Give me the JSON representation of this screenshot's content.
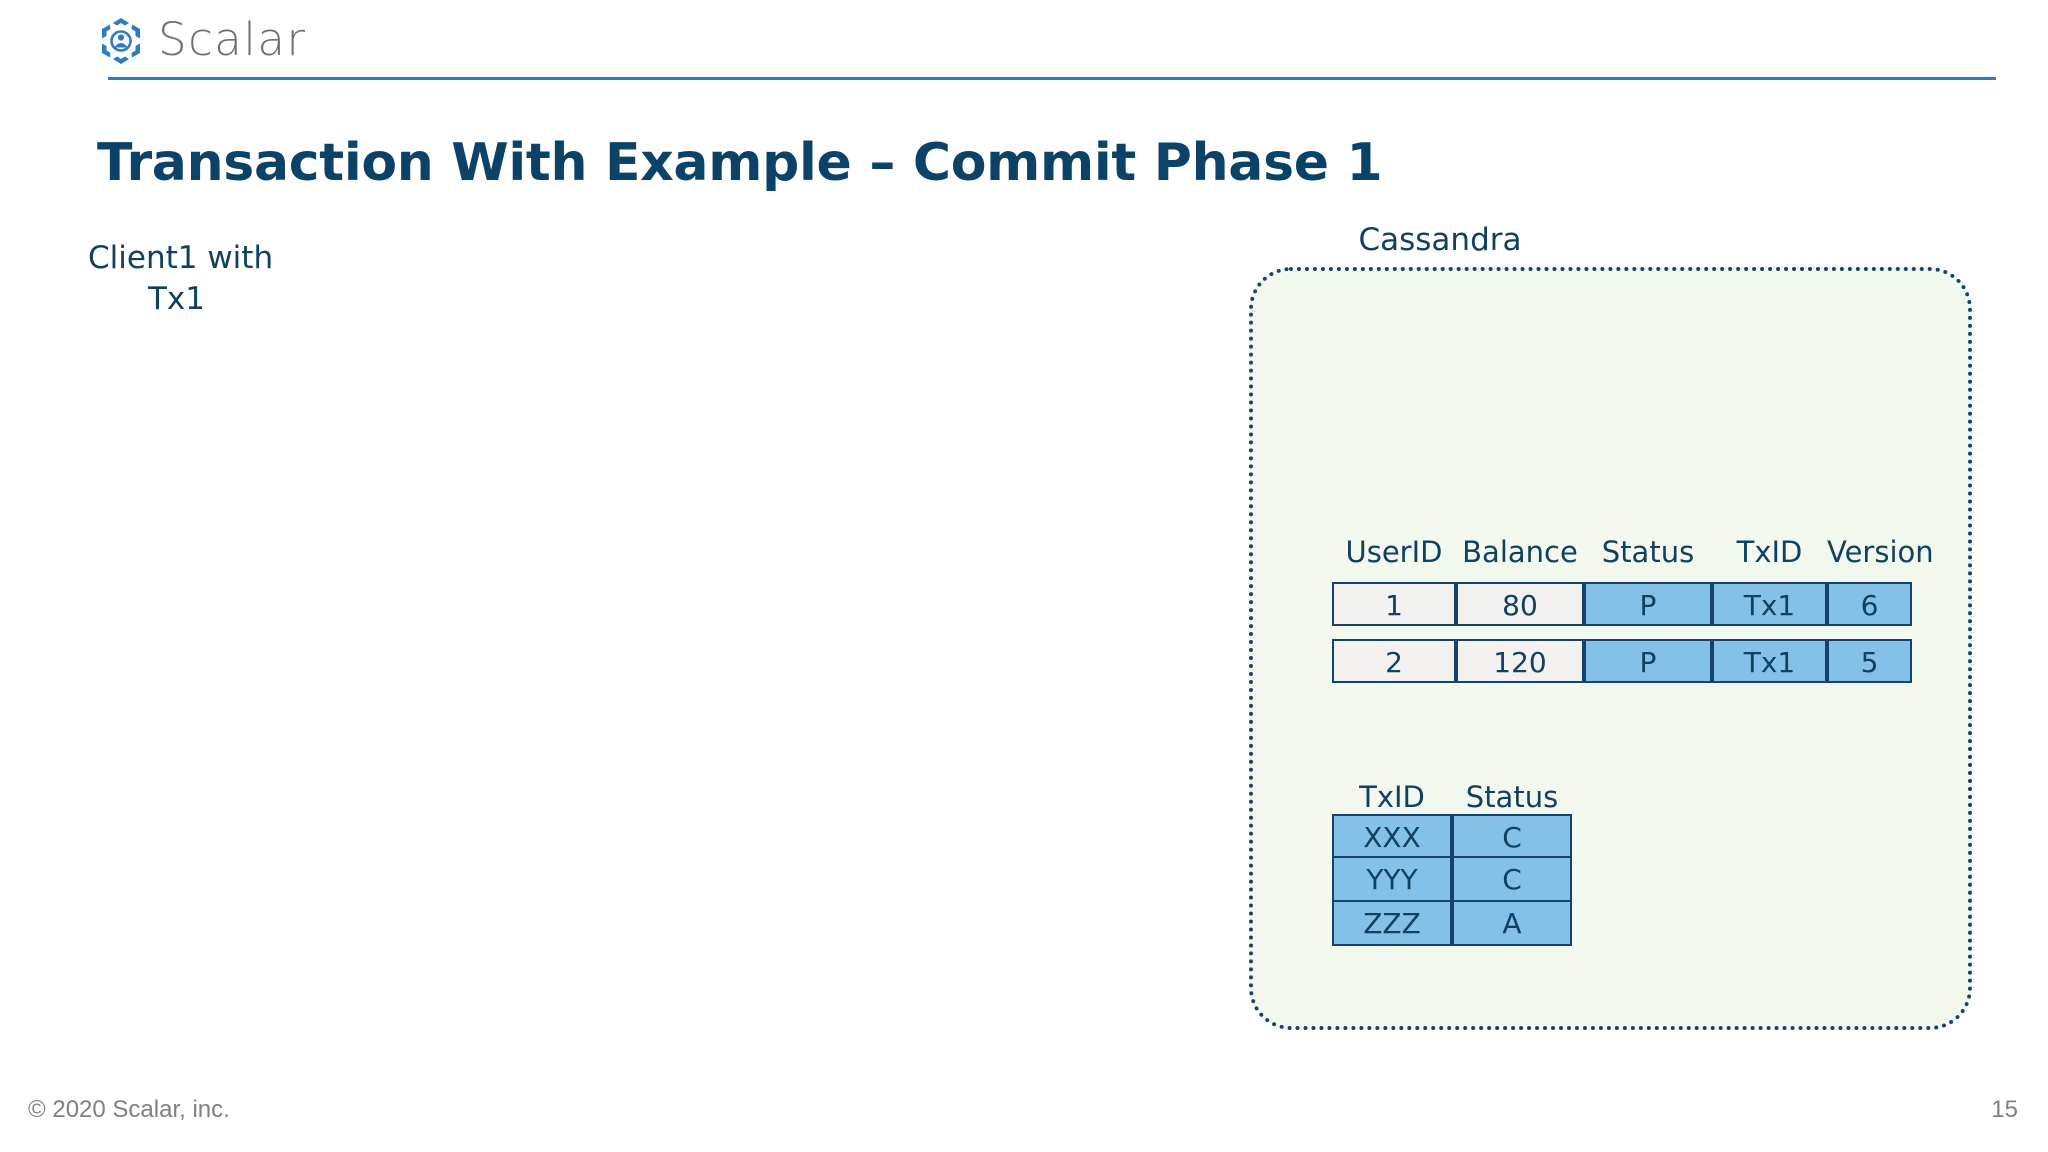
{
  "brand": {
    "wordmark": "Scalar",
    "logo_icon": "scalar-hexagon-logo-icon",
    "rule_color": "#2e7cc0"
  },
  "slide": {
    "title": "Transaction With Example – Commit Phase 1",
    "title_color": "#0d4268"
  },
  "client": {
    "line1": "Client1 with",
    "line2": "Tx1"
  },
  "node": {
    "title": "Cassandra",
    "fill_color": "#f2f8ee",
    "border_color": "#17436b"
  },
  "records_table": {
    "headers": [
      "UserID",
      "Balance",
      "Status",
      "TxID",
      "Version"
    ],
    "rows": [
      {
        "cells": [
          "1",
          "80",
          "P",
          "Tx1",
          "6"
        ],
        "highlight": [
          false,
          false,
          true,
          true,
          true
        ]
      },
      {
        "cells": [
          "2",
          "120",
          "P",
          "Tx1",
          "5"
        ],
        "highlight": [
          false,
          false,
          true,
          true,
          true
        ]
      }
    ]
  },
  "status_table": {
    "headers": [
      "TxID",
      "Status"
    ],
    "rows": [
      {
        "cells": [
          "XXX",
          "C"
        ],
        "highlight": [
          true,
          true
        ]
      },
      {
        "cells": [
          "YYY",
          "C"
        ],
        "highlight": [
          true,
          true
        ]
      },
      {
        "cells": [
          "ZZZ",
          "A"
        ],
        "highlight": [
          true,
          true
        ]
      }
    ]
  },
  "colors": {
    "cell_highlight": "#84c1e8",
    "cell_plain": "#f3f1f0",
    "text_navy": "#12405f"
  },
  "footer": {
    "copyright": "© 2020 Scalar, inc.",
    "page_number": "15"
  }
}
